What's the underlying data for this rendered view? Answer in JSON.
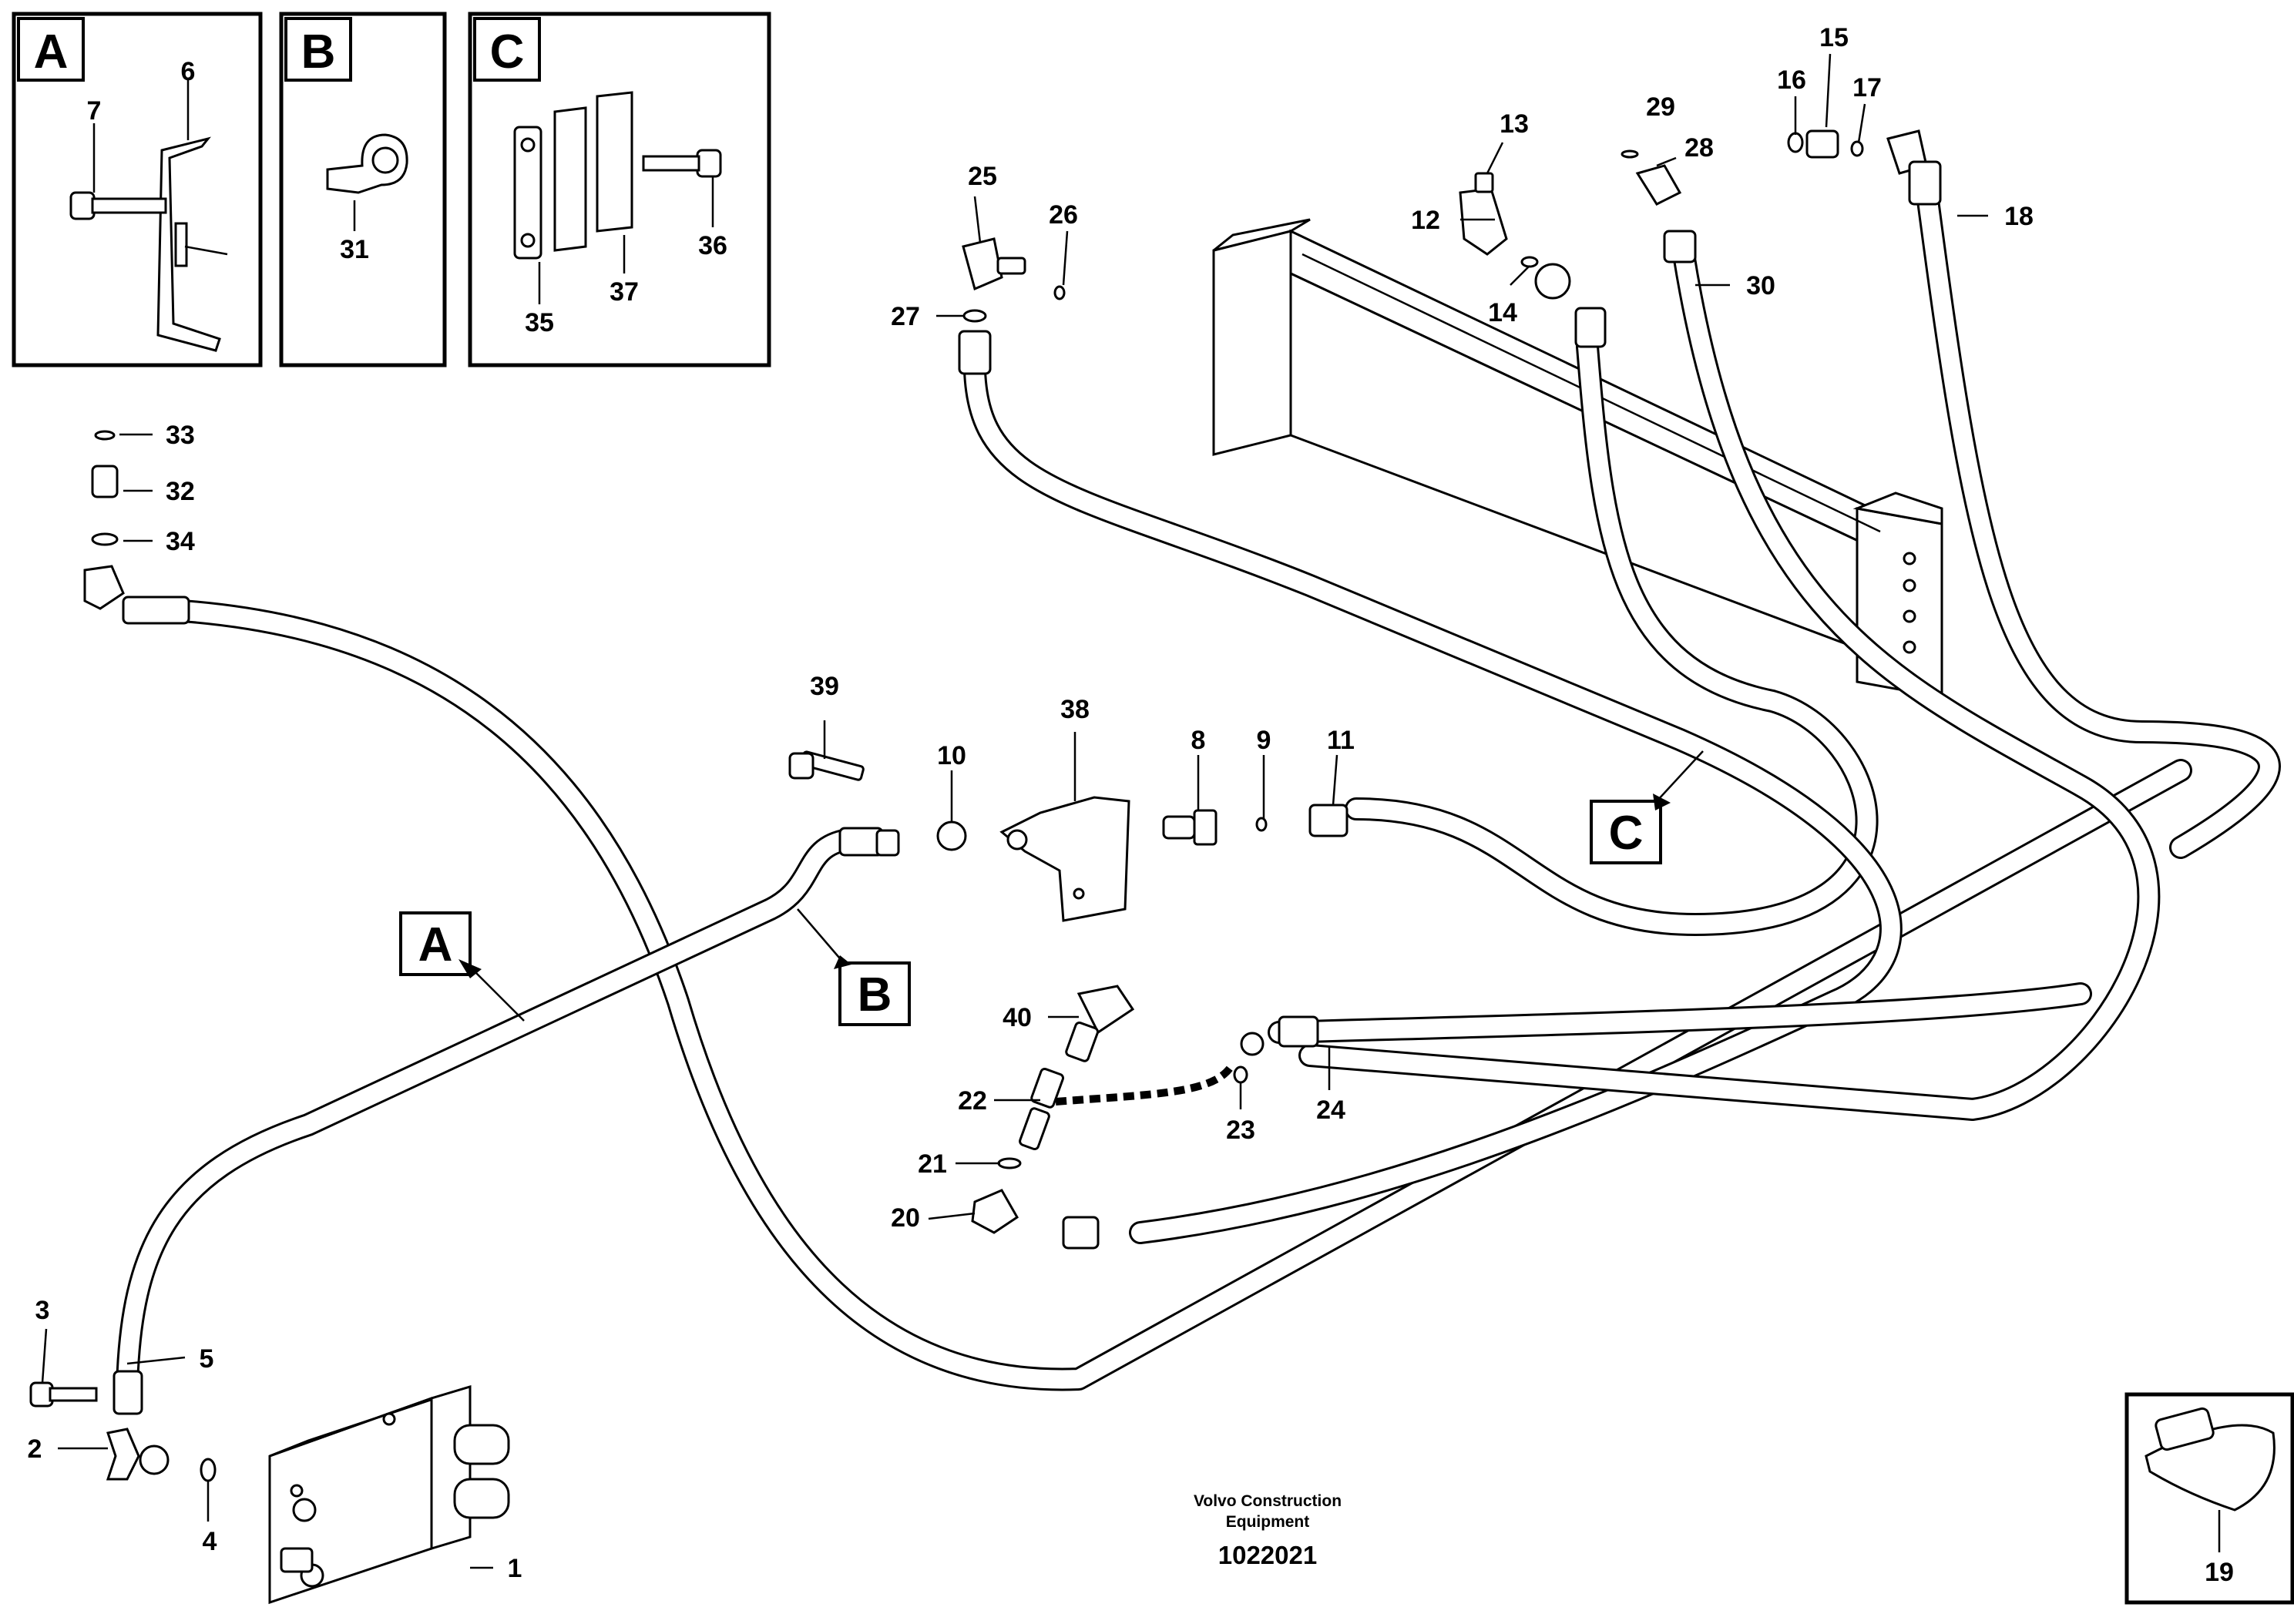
{
  "detail_labels": {
    "A": "A",
    "B": "B",
    "C": "C"
  },
  "parts": {
    "p1": "1",
    "p2": "2",
    "p3": "3",
    "p4": "4",
    "p5": "5",
    "p6": "6",
    "p7": "7",
    "p8": "8",
    "p9": "9",
    "p10": "10",
    "p11": "11",
    "p12": "12",
    "p13": "13",
    "p14": "14",
    "p15": "15",
    "p16": "16",
    "p17": "17",
    "p18": "18",
    "p19": "19",
    "p20": "20",
    "p21": "21",
    "p22": "22",
    "p23": "23",
    "p24": "24",
    "p25": "25",
    "p26": "26",
    "p27": "27",
    "p28": "28",
    "p29": "29",
    "p30": "30",
    "p31": "31",
    "p32": "32",
    "p33": "33",
    "p34": "34",
    "p35": "35",
    "p36": "36",
    "p37": "37",
    "p38": "38",
    "p39": "39",
    "p40": "40"
  },
  "footer": {
    "company_line1": "Volvo Construction",
    "company_line2": "Equipment",
    "drawing_number": "1022021"
  }
}
